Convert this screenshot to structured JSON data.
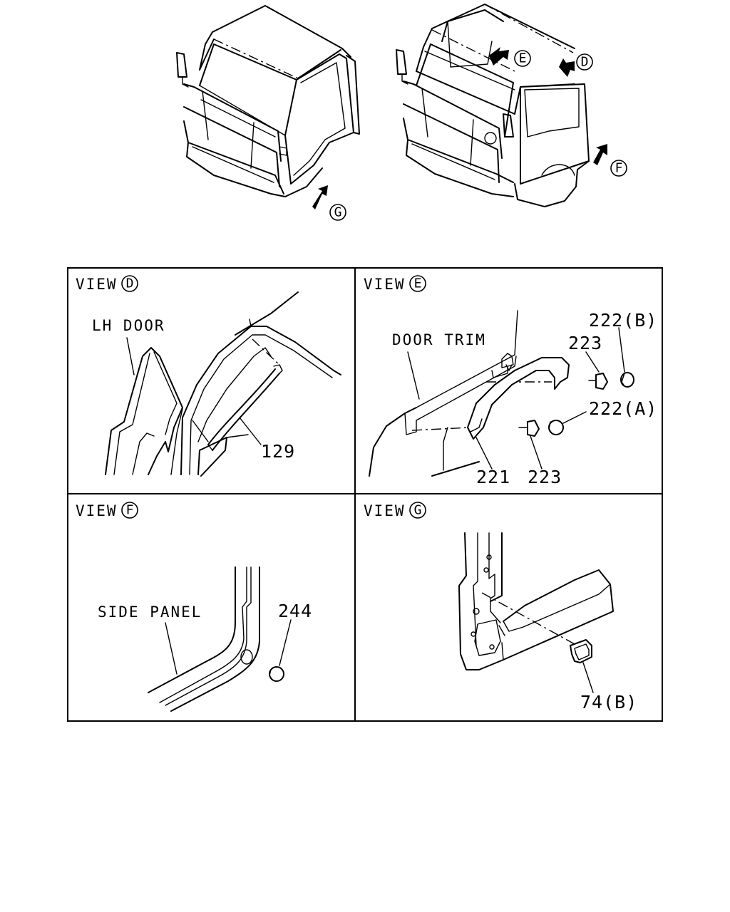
{
  "overview": {
    "arrows": [
      "E",
      "D",
      "F",
      "G"
    ]
  },
  "views": {
    "d": {
      "prefix": "VIEW",
      "letter": "D",
      "part_name": "LH DOOR",
      "callouts": [
        "129"
      ]
    },
    "e": {
      "prefix": "VIEW",
      "letter": "E",
      "part_name": "DOOR TRIM",
      "callouts": [
        "222(B)",
        "223",
        "222(A)",
        "221",
        "223"
      ]
    },
    "f": {
      "prefix": "VIEW",
      "letter": "F",
      "part_name": "SIDE PANEL",
      "callouts": [
        "244"
      ]
    },
    "g": {
      "prefix": "VIEW",
      "letter": "G",
      "callouts": [
        "74(B)"
      ]
    }
  }
}
